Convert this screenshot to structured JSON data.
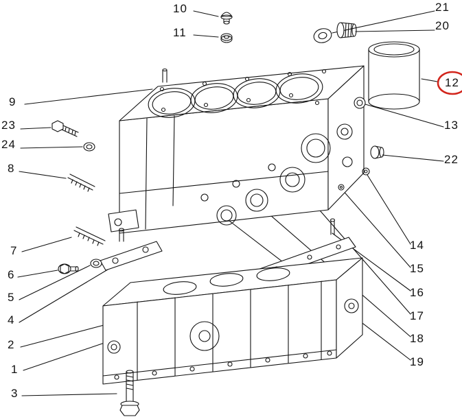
{
  "diagram": {
    "kind": "exploded-parts-diagram",
    "subject": "engine cylinder block assembly",
    "background_color": "#ffffff",
    "line_color": "#111111",
    "highlight_color": "#d2251c",
    "highlighted_callout": "12",
    "callouts": [
      {
        "label": "1"
      },
      {
        "label": "2"
      },
      {
        "label": "3"
      },
      {
        "label": "4"
      },
      {
        "label": "5"
      },
      {
        "label": "6"
      },
      {
        "label": "7"
      },
      {
        "label": "8"
      },
      {
        "label": "9"
      },
      {
        "label": "10"
      },
      {
        "label": "11"
      },
      {
        "label": "12",
        "highlighted": true
      },
      {
        "label": "13"
      },
      {
        "label": "14"
      },
      {
        "label": "15"
      },
      {
        "label": "16"
      },
      {
        "label": "17"
      },
      {
        "label": "18"
      },
      {
        "label": "19"
      },
      {
        "label": "20"
      },
      {
        "label": "21"
      },
      {
        "label": "22"
      },
      {
        "label": "23"
      },
      {
        "label": "24"
      }
    ]
  }
}
